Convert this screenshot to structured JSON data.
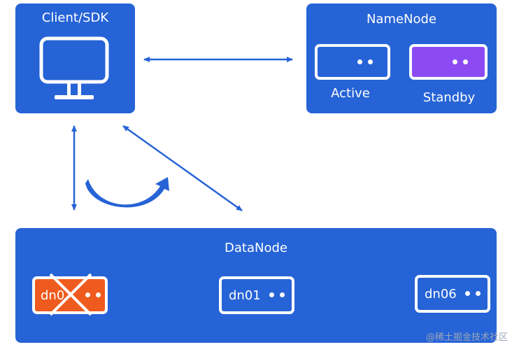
{
  "client": {
    "title": "Client/SDK",
    "icon": "monitor-icon"
  },
  "namenode": {
    "title": "NameNode",
    "active": {
      "label": "Active"
    },
    "standby": {
      "label": "Standby",
      "color": "#8c4bf2"
    }
  },
  "datanode": {
    "title": "DataNode",
    "nodes": [
      {
        "label": "dn0",
        "status": "failed",
        "color": "#ef5b1e"
      },
      {
        "label": "dn01",
        "status": "ok"
      },
      {
        "label": "dn06",
        "status": "ok"
      }
    ]
  },
  "colors": {
    "box": "#2663d6",
    "arrow": "#2663d6",
    "failed": "#ef5b1e",
    "standby": "#8c4bf2"
  },
  "watermark": "@稀土掘金技术社区"
}
